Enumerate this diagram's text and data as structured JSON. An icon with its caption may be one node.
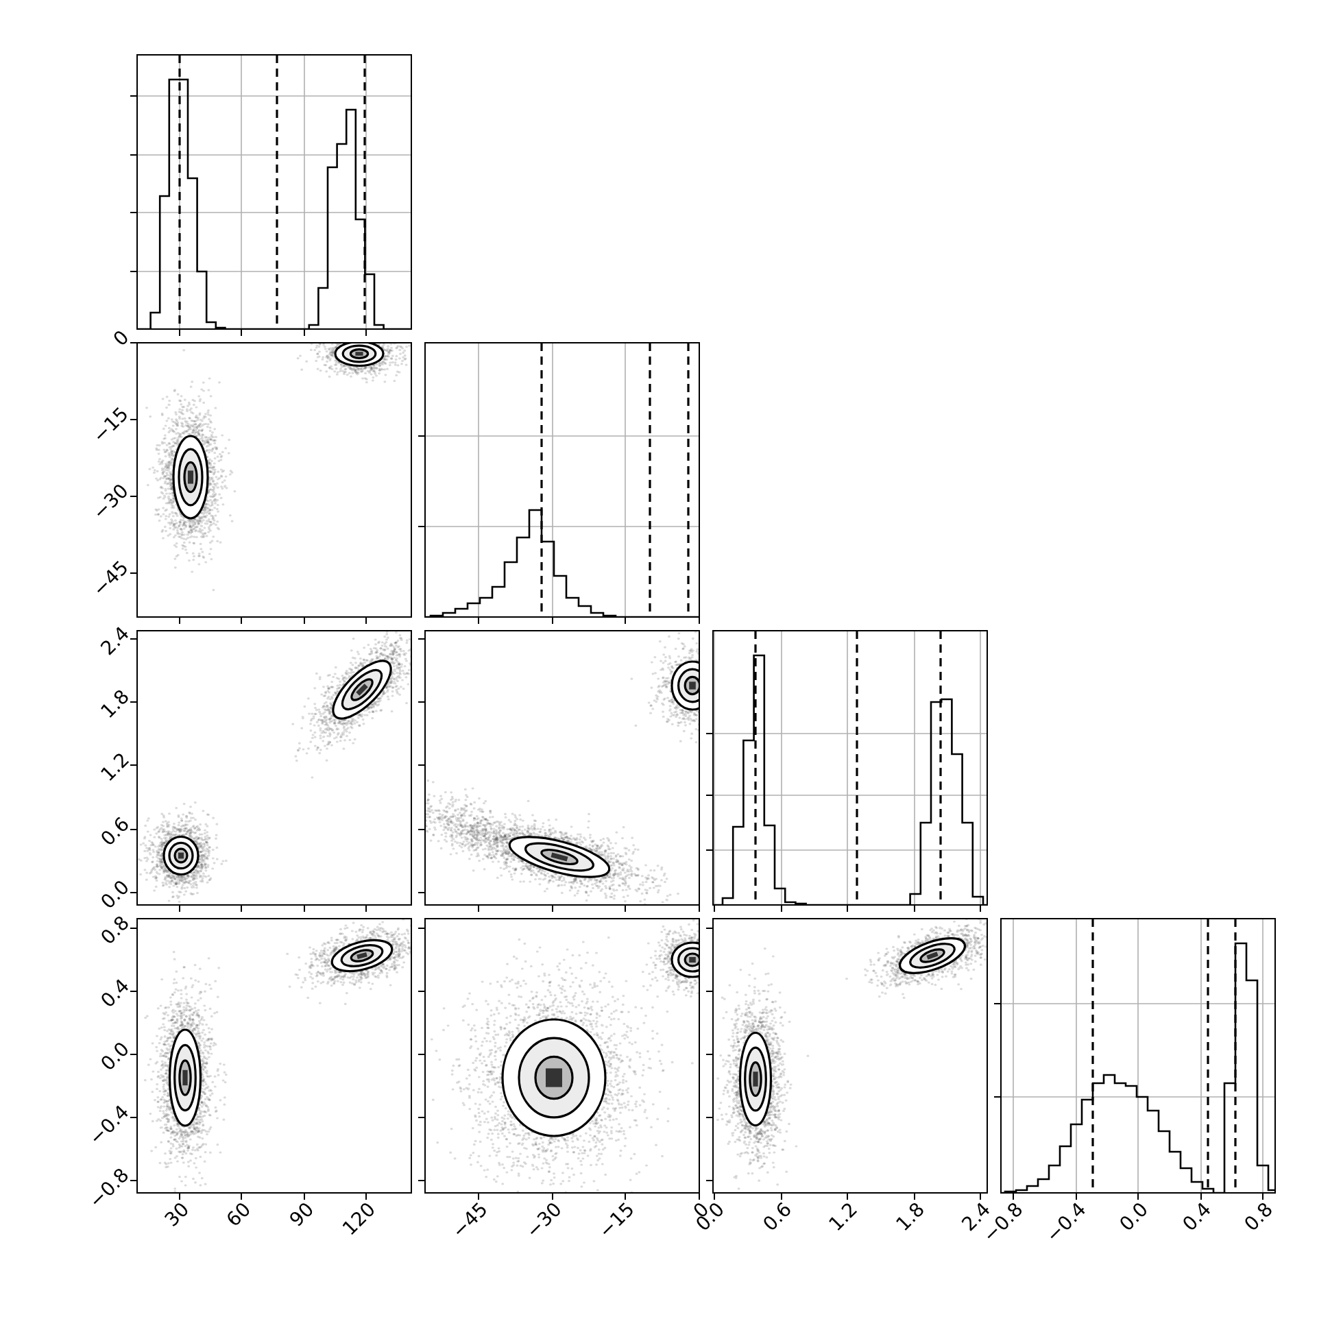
{
  "diagram": {
    "labels": [
      "0",
      "−15",
      "−30",
      "−45",
      "2.4",
      "1.8",
      "1.2",
      "0.6",
      "0.0",
      "0.8",
      "0.4",
      "0.0",
      "−0.4",
      "−0.8",
      "30",
      "60",
      "90",
      "120",
      "−45",
      "−30",
      "−15",
      "0",
      "0.0",
      "0.6",
      "1.2",
      "1.8",
      "2.4",
      "−0.8",
      "−0.4",
      "0.0",
      "0.4",
      "0.8"
    ]
  }
}
